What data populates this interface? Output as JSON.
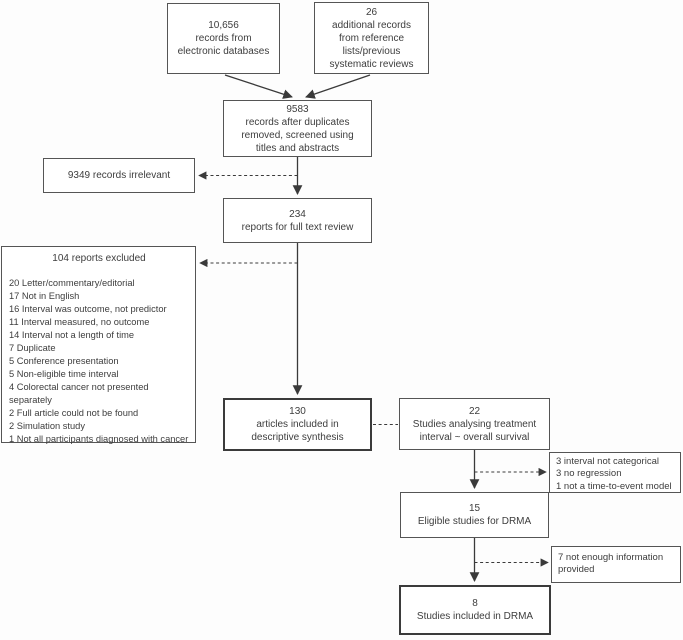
{
  "diagram": {
    "type": "flowchart",
    "colors": {
      "background": "#fdfdfd",
      "box_fill": "#ffffff",
      "box_border": "#555555",
      "box_border_strong": "#3b3b3b",
      "text": "#3d3d3d",
      "arrow": "#3a3a3a"
    },
    "boxes": {
      "records_databases": {
        "lines": [
          "10,656",
          "records from",
          "electronic databases"
        ]
      },
      "records_reference": {
        "lines": [
          "26",
          "additional records",
          "from reference",
          "lists/previous",
          "systematic reviews"
        ]
      },
      "screened": {
        "lines": [
          "9583",
          "records after duplicates",
          "removed, screened using",
          "titles and abstracts"
        ]
      },
      "irrelevant": {
        "lines": [
          "9349 records irrelevant"
        ]
      },
      "full_text": {
        "lines": [
          "234",
          "reports for full text review"
        ]
      },
      "excluded": {
        "title": "104 reports excluded",
        "items": [
          "20 Letter/commentary/editorial",
          "17 Not in English",
          "16 Interval was outcome, not predictor",
          "11 Interval measured, no outcome",
          "14 Interval not a length of time",
          "7 Duplicate",
          "5 Conference presentation",
          "5 Non-eligible time interval",
          "4 Colorectal cancer not presented separately",
          "2 Full article could not be found",
          "2 Simulation study",
          "1 Not all participants diagnosed with cancer"
        ]
      },
      "descriptive_synthesis": {
        "lines": [
          "130",
          "articles included in",
          "descriptive synthesis"
        ]
      },
      "treatment_interval": {
        "lines": [
          "22",
          "Studies analysing treatment",
          "interval ~ overall survival"
        ]
      },
      "excluded_regression": {
        "items": [
          "3 interval not categorical",
          "3 no regression",
          "1 not a time-to-event model"
        ]
      },
      "eligible_drma": {
        "lines": [
          "15",
          "Eligible studies for DRMA"
        ]
      },
      "excluded_information": {
        "items": [
          "7 not enough information",
          "provided"
        ]
      },
      "included_drma": {
        "lines": [
          "8",
          "Studies included in DRMA"
        ]
      }
    }
  }
}
